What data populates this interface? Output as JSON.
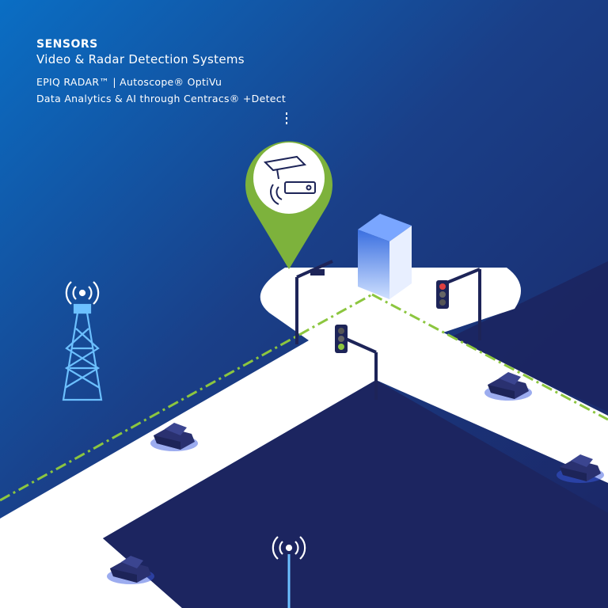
{
  "header": {
    "category": "SENSORS",
    "subtitle": "Video & Radar Detection Systems",
    "products": "EPIQ RADAR™ | Autoscope® OptiVu",
    "analytics": "Data Analytics & AI through Centracs® +Detect"
  },
  "colors": {
    "bg_top": "#0a6ec4",
    "bg_bottom": "#1b2868",
    "road": "#ffffff",
    "block": "#1c2560",
    "accent_green": "#7db23c"
  }
}
